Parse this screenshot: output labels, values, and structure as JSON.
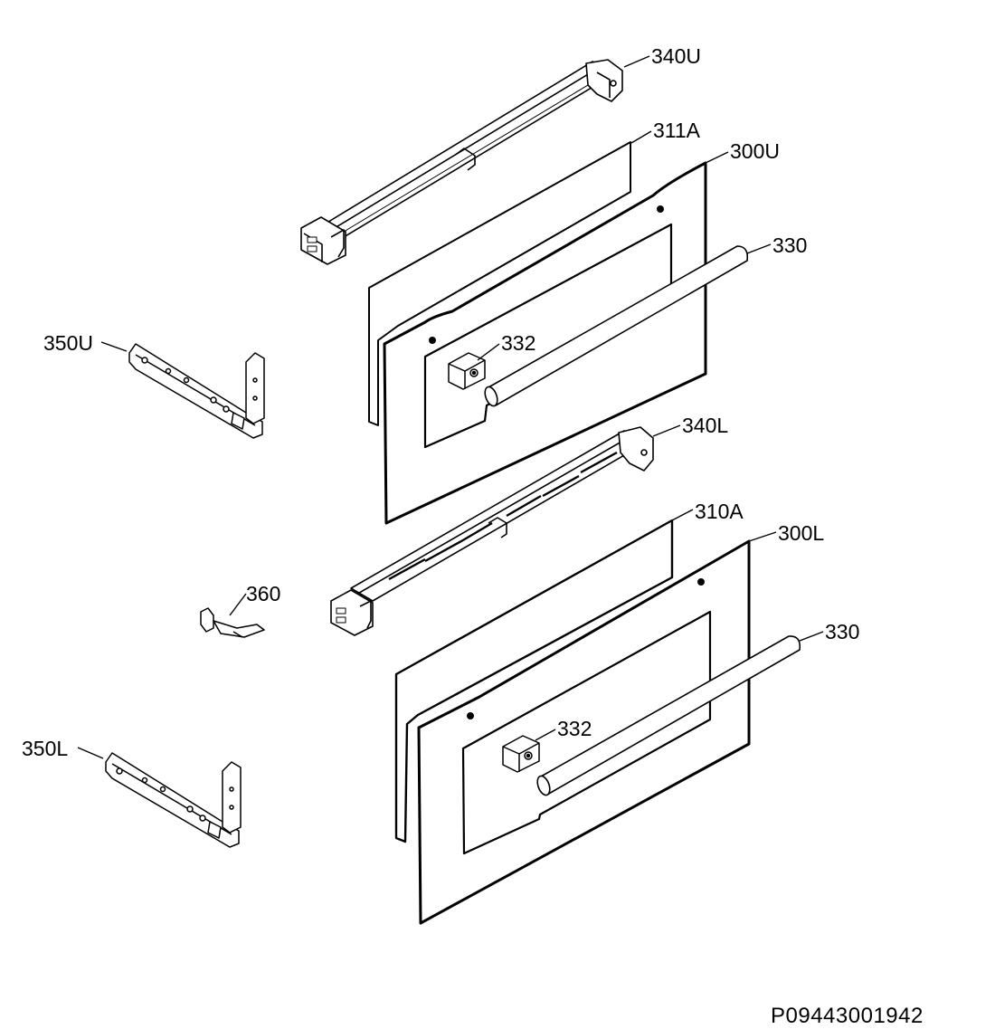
{
  "diagram": {
    "drawing_code": "P09443001942",
    "callouts": {
      "c340U": "340U",
      "c311A": "311A",
      "c300U": "300U",
      "c330a": "330",
      "c350U": "350U",
      "c332a": "332",
      "c340L": "340L",
      "c310A": "310A",
      "c300L": "300L",
      "c360": "360",
      "c330b": "330",
      "c332b": "332",
      "c350L": "350L"
    }
  }
}
